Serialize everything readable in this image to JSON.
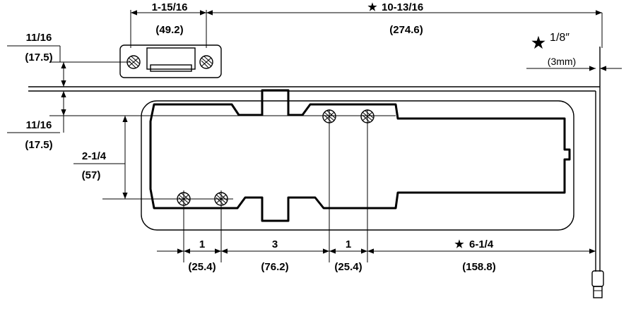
{
  "dimensions": {
    "strike_width_in": "1-15/16",
    "strike_width_mm": "(49.2)",
    "strike_to_edge_in": "10-13/16",
    "strike_to_edge_mm": "(274.6)",
    "strike_offset_in": "11/16",
    "strike_offset_mm": "(17.5)",
    "body_offset_in": "11/16",
    "body_offset_mm": "(17.5)",
    "gap_in": "1/8″",
    "gap_mm": "(3mm)",
    "hole_vertical_in": "2-1/4",
    "hole_vertical_mm": "(57)",
    "bottom_spacing_1_in": "1",
    "bottom_spacing_1_mm": "(25.4)",
    "bottom_spacing_2_in": "3",
    "bottom_spacing_2_mm": "(76.2)",
    "bottom_spacing_3_in": "1",
    "bottom_spacing_3_mm": "(25.4)",
    "bottom_spacing_4_in": "6-1/4",
    "bottom_spacing_4_mm": "(158.8)"
  },
  "symbols": {
    "star": "★",
    "star_small": "★"
  }
}
